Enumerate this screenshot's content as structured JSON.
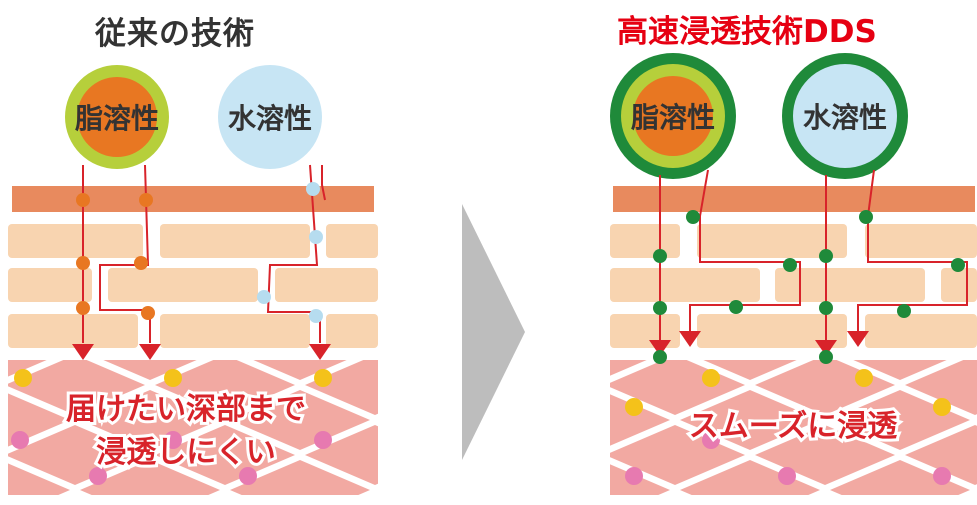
{
  "left_panel": {
    "title": "従来の技術",
    "circle_fat": "脂溶性",
    "circle_water": "水溶性",
    "caption_line1": "届けたい深部まで",
    "caption_line2": "浸透しにくい"
  },
  "right_panel": {
    "title": "高速浸透技術DDS",
    "circle_fat": "脂溶性",
    "circle_water": "水溶性",
    "caption": "スムーズに浸透"
  },
  "colors": {
    "title_dark": "#333333",
    "title_red": "#e60012",
    "skin_top_layer": "#e88a5e",
    "skin_cell": "#f8d4b0",
    "dermis": "#f2a9a2",
    "dermis_dot_yellow": "#f4c21a",
    "dermis_dot_pink": "#e77ab0",
    "path_red": "#d8232a",
    "dot_orange": "#e87722",
    "dot_lightblue": "#b6dcef",
    "dot_green": "#1f8a3a",
    "circle_fat_inner": "#e87722",
    "circle_fat_ring": "#b6cf3b",
    "circle_water": "#c7e5f4",
    "dds_ring": "#1f8a3a",
    "arrow_gray": "#bdbdbd",
    "caption_red": "#d8232a"
  }
}
